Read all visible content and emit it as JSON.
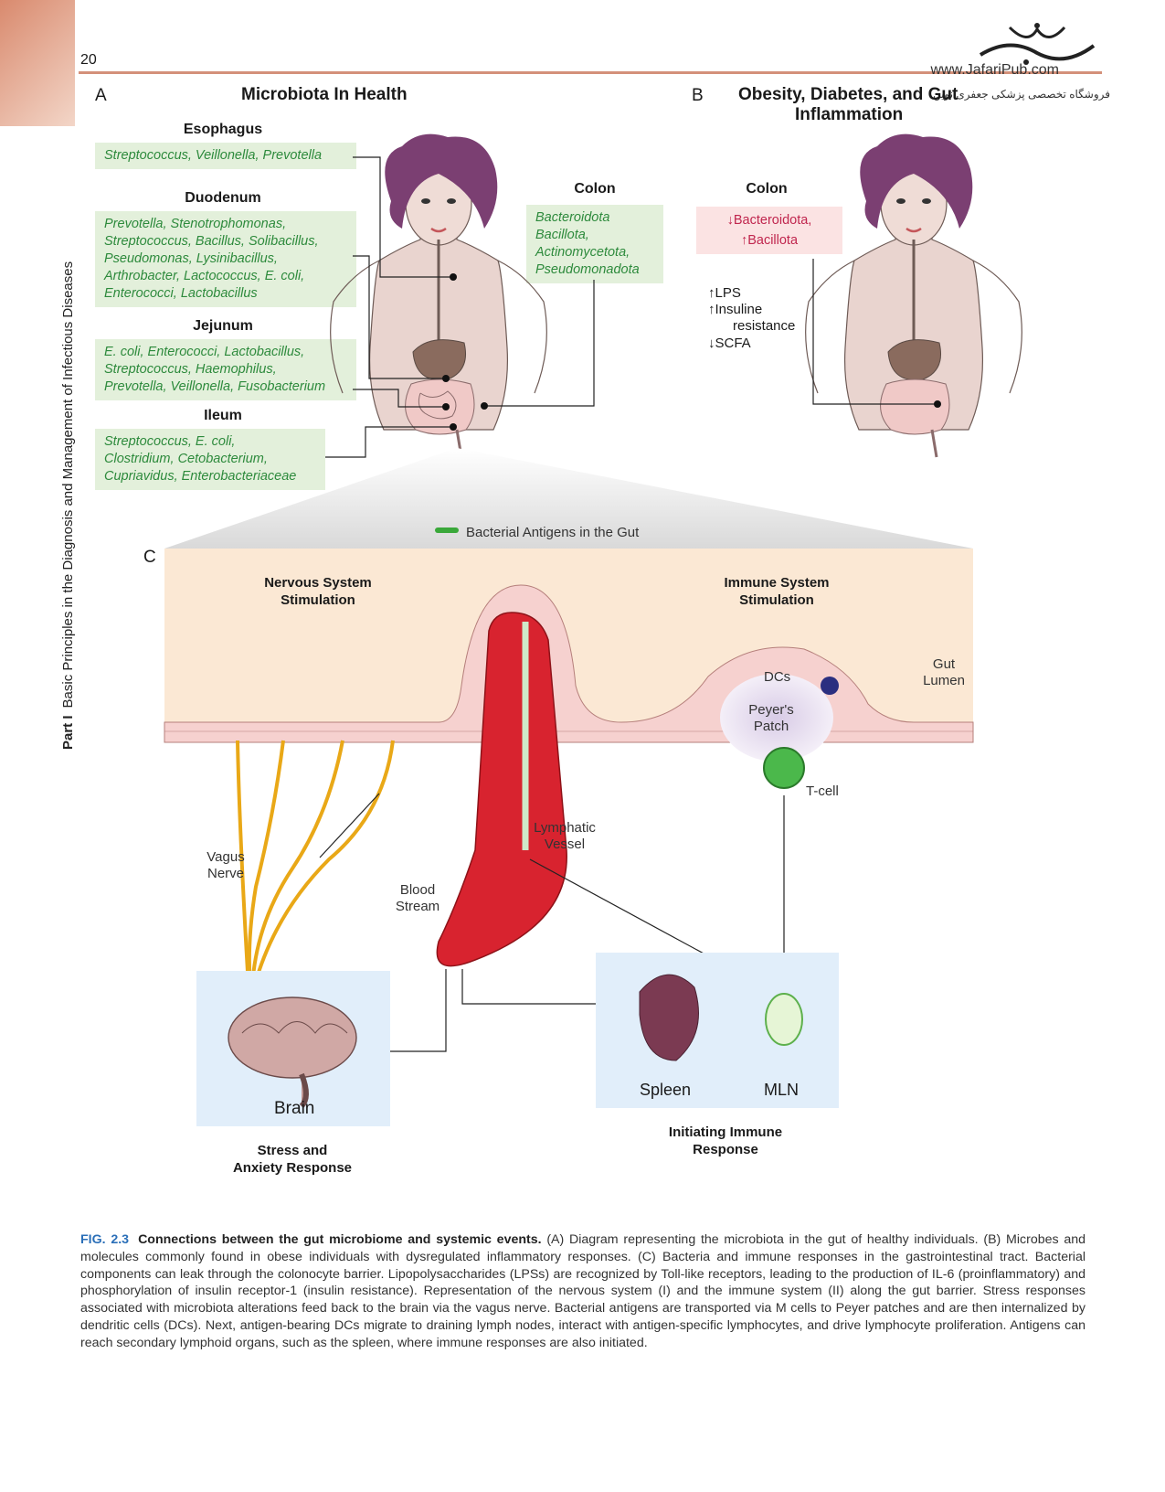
{
  "page": {
    "number": "20"
  },
  "running_head": {
    "part": "Part I",
    "title": "Basic Principles in the Diagnosis and Management of Infectious Diseases"
  },
  "watermark": {
    "url": "www.JafariPub.com",
    "persian": "فروشگاه تخصصی پزشکی جعفری نوین"
  },
  "panel_a": {
    "letter": "A",
    "title": "Microbiota In Health",
    "sections": [
      {
        "label": "Esophagus",
        "lines": [
          "Streptococcus, Veillonella, Prevotella"
        ]
      },
      {
        "label": "Duodenum",
        "lines": [
          "Prevotella, Stenotrophomonas,",
          "Streptococcus, Bacillus, Solibacillus,",
          "Pseudomonas, Lysinibacillus,",
          "Arthrobacter, Lactococcus, E. coli,",
          "Enterococci, Lactobacillus"
        ]
      },
      {
        "label": "Jejunum",
        "lines": [
          "E. coli, Enterococci, Lactobacillus,",
          "Streptococcus, Haemophilus,",
          "Prevotella, Veillonella, Fusobacterium"
        ]
      },
      {
        "label": "Ileum",
        "lines": [
          "Streptococcus, E. coli,",
          "Clostridium, Cetobacterium,",
          "Cupriavidus, Enterobacteriaceae"
        ]
      }
    ],
    "colon": {
      "label": "Colon",
      "lines": [
        "Bacteroidota",
        "Bacillota,",
        "Actinomycetota,",
        "Pseudomonadota"
      ]
    }
  },
  "panel_b": {
    "letter": "B",
    "title_line1": "Obesity, Diabetes, and Gut",
    "title_line2": "Inflammation",
    "colon": {
      "label": "Colon",
      "lines": [
        "↓Bacteroidota,",
        "↑Bacillota"
      ]
    },
    "markers": [
      "↑LPS",
      "↑Insuline",
      "resistance",
      "↓SCFA"
    ]
  },
  "panel_c": {
    "letter": "C",
    "legend": "Bacterial Antigens in the Gut",
    "nervous": [
      "Nervous System",
      "Stimulation"
    ],
    "immune": [
      "Immune System",
      "Stimulation"
    ],
    "gut_lumen": [
      "Gut",
      "Lumen"
    ],
    "dcs": "DCs",
    "peyers": [
      "Peyer's",
      "Patch"
    ],
    "tcell": "T-cell",
    "lymphatic": [
      "Lymphatic",
      "Vessel"
    ],
    "vagus": [
      "Vagus",
      "Nerve"
    ],
    "blood": [
      "Blood",
      "Stream"
    ],
    "brain": "Brain",
    "stress": [
      "Stress and",
      "Anxiety Response"
    ],
    "spleen": "Spleen",
    "mln": "MLN",
    "immune_response": [
      "Initiating Immune",
      "Response"
    ]
  },
  "caption": {
    "fig": "FIG. 2.3",
    "title": "Connections between the gut microbiome and systemic events.",
    "body": "(A) Diagram representing the microbiota in the gut of healthy individuals. (B) Microbes and molecules commonly found in obese individuals with dysregulated inflammatory responses. (C) Bacteria and immune responses in the gastrointestinal tract. Bacterial components can leak through the colonocyte barrier. Lipopolysaccharides (LPSs) are recognized by Toll-like receptors, leading to the production of IL-6 (proinflammatory) and phosphorylation of insulin receptor-1 (insulin resistance). Representation of the nervous system (I) and the immune system (II) along the gut barrier. Stress responses associated with microbiota alterations feed back to the brain via the vagus nerve. Bacterial antigens are transported via M cells to Peyer patches and are then internalized by dendritic cells (DCs). Next, antigen-bearing DCs migrate to draining lymph nodes, interact with antigen-specific lymphocytes, and drive lymphocyte proliferation. Antigens can reach secondary lymphoid organs, such as the spleen, where immune responses are also initiated."
  },
  "colors": {
    "green_text": "#2d8a3c",
    "pink_text": "#c0264e",
    "accent": "#d4917a",
    "caption_blue": "#2b6fb8"
  }
}
